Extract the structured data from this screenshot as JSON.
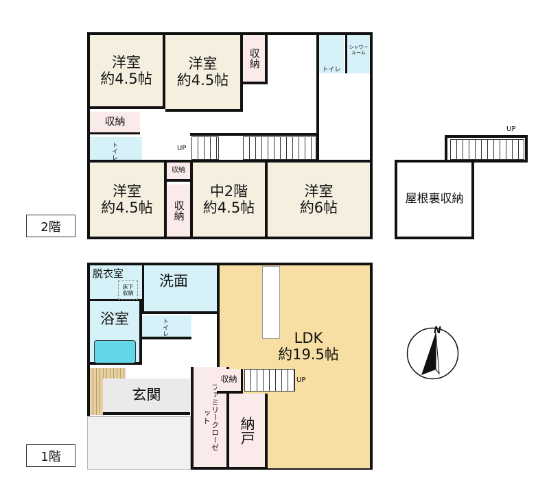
{
  "floor2": {
    "label": "2階",
    "rooms": [
      {
        "name": "洋室",
        "size": "約4.5帖"
      },
      {
        "name": "洋室",
        "size": "約4.5帖"
      },
      {
        "name": "洋室",
        "size": "約4.5帖"
      },
      {
        "name": "中2階",
        "size": "約4.5帖"
      },
      {
        "name": "洋室",
        "size": "約6帖"
      }
    ],
    "storage": "収納",
    "toilet": "トイレ",
    "shower": "シャワールーム",
    "up": "UP",
    "attic": {
      "name": "屋根裏収納",
      "up": "UP"
    }
  },
  "floor1": {
    "label": "1階",
    "dressing": "脱衣室",
    "underfloor": "床下収納",
    "washroom": "洗面",
    "bath": "浴室",
    "toilet": "トイレ",
    "entrance": "玄関",
    "family_closet": "ファミリークローゼット",
    "storage": "収納",
    "nando": "納戸",
    "ldk": {
      "name": "LDK",
      "size": "約19.5帖"
    },
    "up": "UP"
  },
  "compass": {
    "label": "N"
  },
  "colors": {
    "western_room": "#f5efe0",
    "storage": "#fbeaea",
    "water": "#d6f2f8",
    "ldk": "#f7dfa4",
    "bathtub": "#63d7e7"
  }
}
